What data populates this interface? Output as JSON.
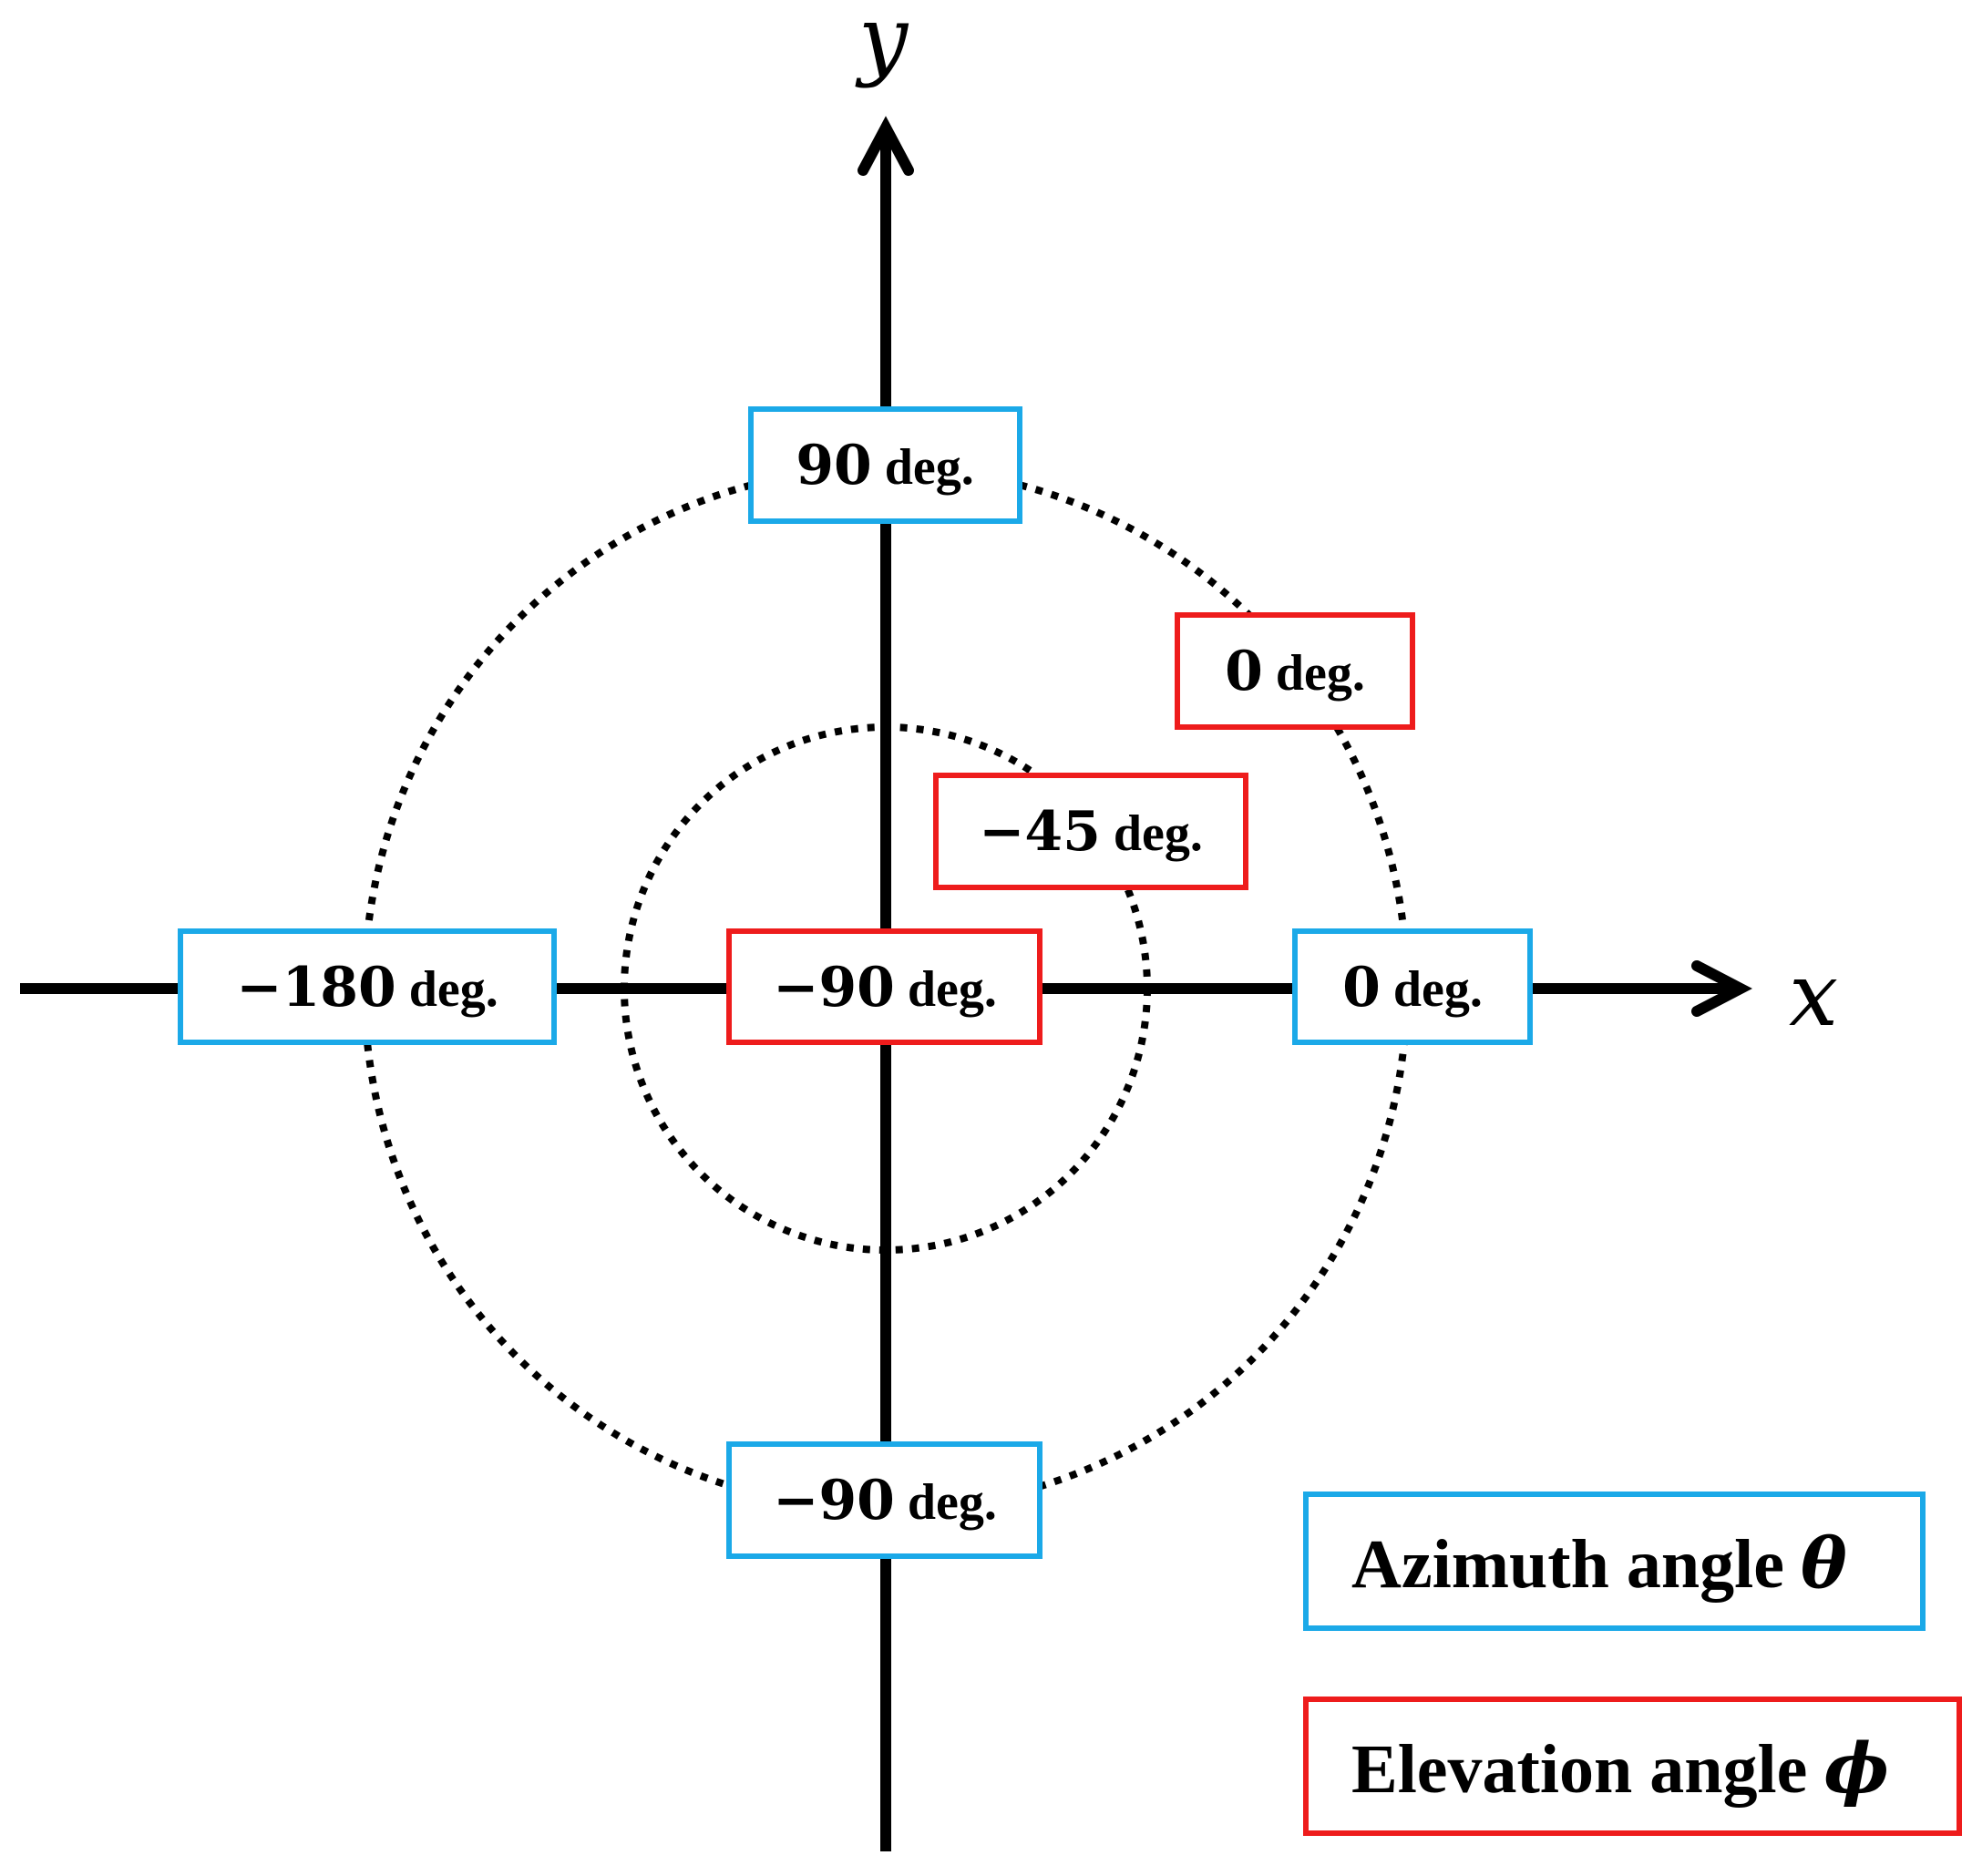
{
  "axes": {
    "x_label": "x",
    "y_label": "y"
  },
  "azimuth_labels": {
    "top": {
      "value": "90",
      "unit": "deg."
    },
    "right": {
      "value": "0",
      "unit": "deg."
    },
    "left": {
      "value": "−180",
      "unit": "deg."
    },
    "bottom": {
      "value": "−90",
      "unit": "deg."
    }
  },
  "elevation_labels": {
    "outer": {
      "value": "0",
      "unit": "deg."
    },
    "middle": {
      "value": "−45",
      "unit": "deg."
    },
    "center": {
      "value": "−90",
      "unit": "deg."
    }
  },
  "legend": {
    "azimuth": {
      "text": "Azimuth angle",
      "symbol": "θ"
    },
    "elevation": {
      "text": "Elevation angle",
      "symbol": "ϕ"
    }
  },
  "colors": {
    "azimuth": "#1ba9e8",
    "elevation": "#ee1c1c",
    "axis": "#000000"
  }
}
